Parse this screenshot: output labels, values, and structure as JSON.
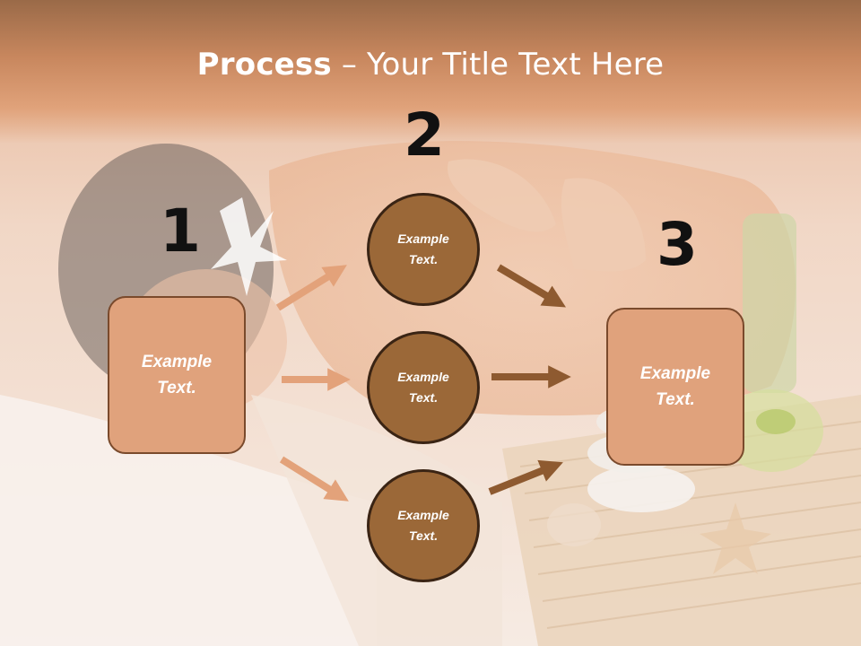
{
  "slide": {
    "title_bold": "Process",
    "title_dash": " – ",
    "title_rest": "Your Title Text Here",
    "step_numbers": [
      "1",
      "2",
      "3"
    ],
    "left_box": {
      "line1": "Example",
      "line2": "Text."
    },
    "right_box": {
      "line1": "Example",
      "line2": "Text."
    },
    "circles": [
      {
        "line1": "Example",
        "line2": "Text."
      },
      {
        "line1": "Example",
        "line2": "Text."
      },
      {
        "line1": "Example",
        "line2": "Text."
      }
    ],
    "colors": {
      "title_band": "#c8875e",
      "box_fill": "#e0a27c",
      "circle_fill": "#9b6838",
      "arrow_light": "#e3a27a",
      "arrow_dark": "#8e5a30"
    }
  }
}
